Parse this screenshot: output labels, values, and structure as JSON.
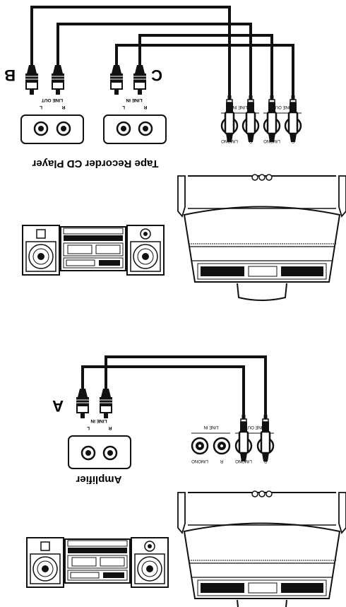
{
  "diagrams": [
    {
      "devices_label": "Tape Recorder CD Player",
      "source_panel": {
        "line_out": {
          "heading": "LINE OUT",
          "left": "L",
          "right": "R"
        },
        "line_in": {
          "heading": "LINE IN",
          "left": "L",
          "right": "R"
        }
      },
      "cables": [
        {
          "letter": "B"
        },
        {
          "letter": "C"
        }
      ],
      "mixer_jacks": {
        "line_in_heading": "LINE IN",
        "line_out_heading": "LINE OUT",
        "labels": [
          "R",
          "L/MONO",
          "R",
          "L/MONO"
        ]
      }
    },
    {
      "devices_label": "Amplifier",
      "source_panel": {
        "line_in": {
          "heading": "LINE IN",
          "left": "L",
          "right": "R"
        }
      },
      "cables": [
        {
          "letter": "A"
        }
      ],
      "mixer_jacks": {
        "line_in_heading": "LINE IN",
        "line_out_heading": "LINE OUT",
        "labels": [
          "R",
          "L/MONO",
          "R",
          "L/MONO"
        ]
      }
    }
  ]
}
